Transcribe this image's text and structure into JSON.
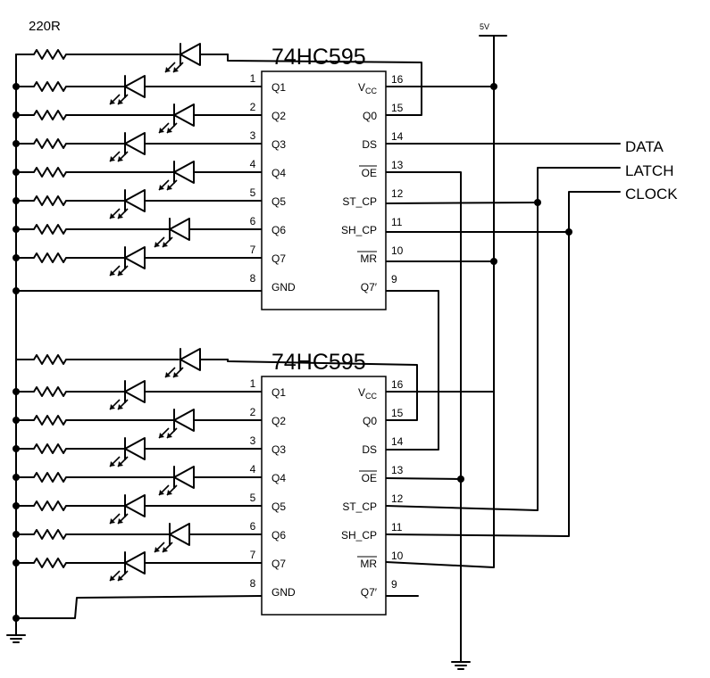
{
  "resistor_label": "220R",
  "supply_label": "5V",
  "signals": {
    "data": "DATA",
    "latch": "LATCH",
    "clock": "CLOCK"
  },
  "chips": [
    {
      "title": "74HC595",
      "left_pins": [
        {
          "num": "1",
          "name": "Q1"
        },
        {
          "num": "2",
          "name": "Q2"
        },
        {
          "num": "3",
          "name": "Q3"
        },
        {
          "num": "4",
          "name": "Q4"
        },
        {
          "num": "5",
          "name": "Q5"
        },
        {
          "num": "6",
          "name": "Q6"
        },
        {
          "num": "7",
          "name": "Q7"
        },
        {
          "num": "8",
          "name": "GND"
        }
      ],
      "right_pins": [
        {
          "num": "16",
          "name": "VCC"
        },
        {
          "num": "15",
          "name": "Q0"
        },
        {
          "num": "14",
          "name": "DS"
        },
        {
          "num": "13",
          "name": "OE"
        },
        {
          "num": "12",
          "name": "ST_CP"
        },
        {
          "num": "11",
          "name": "SH_CP"
        },
        {
          "num": "10",
          "name": "MR"
        },
        {
          "num": "9",
          "name": "Q7′"
        }
      ]
    },
    {
      "title": "74HC595",
      "left_pins": [
        {
          "num": "1",
          "name": "Q1"
        },
        {
          "num": "2",
          "name": "Q2"
        },
        {
          "num": "3",
          "name": "Q3"
        },
        {
          "num": "4",
          "name": "Q4"
        },
        {
          "num": "5",
          "name": "Q5"
        },
        {
          "num": "6",
          "name": "Q6"
        },
        {
          "num": "7",
          "name": "Q7"
        },
        {
          "num": "8",
          "name": "GND"
        }
      ],
      "right_pins": [
        {
          "num": "16",
          "name": "VCC"
        },
        {
          "num": "15",
          "name": "Q0"
        },
        {
          "num": "14",
          "name": "DS"
        },
        {
          "num": "13",
          "name": "OE"
        },
        {
          "num": "12",
          "name": "ST_CP"
        },
        {
          "num": "11",
          "name": "SH_CP"
        },
        {
          "num": "10",
          "name": "MR"
        },
        {
          "num": "9",
          "name": "Q7′"
        }
      ]
    }
  ]
}
